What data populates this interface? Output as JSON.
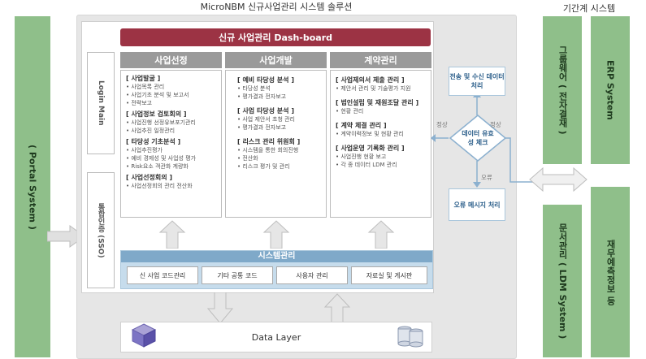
{
  "header": {
    "main_title": "MicroNBM 신규사업관리 시스템 솔루션",
    "right_title": "기간계 시스템"
  },
  "left": {
    "portal": "( Portal System )"
  },
  "sidebar": {
    "login": "Login Main",
    "sso": "통합인증 (SSO)"
  },
  "dashboard": {
    "title": "신규 사업관리 Dash-board"
  },
  "columns": [
    {
      "head": "사업선정",
      "sections": [
        {
          "title": "[ 사업발굴 ]",
          "items": [
            "• 사업목록 관리",
            "• 사업기초 분석 및 보고서",
            "• 전략보고"
          ]
        },
        {
          "title": "[ 사업정보 검토회의 ]",
          "items": [
            "• 사업진행 선정유보포기관리",
            "• 사업추진 일정관리"
          ]
        },
        {
          "title": "[ 타당성 기초분석 ]",
          "items": [
            "• 사업추진평가",
            "• 예비 경제성 및 사업성 평가",
            "• Risk요소 객관화 계량화"
          ]
        },
        {
          "title": "[ 사업선정회의 ]",
          "items": [
            "• 사업선정회의 관리 전산화"
          ]
        }
      ]
    },
    {
      "head": "사업개발",
      "sections": [
        {
          "title": "[ 예비 타당성 분석 ]",
          "items": [
            "• 타당성 분석",
            "• 평가결과 전자보고"
          ]
        },
        {
          "title": "[ 사업 타당성 분석 ]",
          "items": [
            "• 사업 제안서 초청 관리",
            "• 평가결과 전자보고"
          ]
        },
        {
          "title": "[ 리스크 관리 위원회 ]",
          "items": [
            "• 시스템을 통한 회의진행",
            "• 전산화",
            "• 리스크 평가 및 관리"
          ]
        }
      ]
    },
    {
      "head": "계약관리",
      "sections": [
        {
          "title": "[ 사업제의서 제출 관리 ]",
          "items": [
            "• 제안서 관리 및 기술평가 지원"
          ]
        },
        {
          "title": "[ 법인설립 및 재원조달 관리 ]",
          "items": [
            "• 현황 관리"
          ]
        },
        {
          "title": "[ 계약 체결 관리 ]",
          "items": [
            "• 계약이력정보 및 현황 관리"
          ]
        },
        {
          "title": "[ 사업운영 기록화 관리 ]",
          "items": [
            "• 사업진행 현황 보고",
            "• 각 종 데이터 LDM 관리"
          ]
        }
      ]
    }
  ],
  "flow": {
    "send": "전송 및 수신 데이터처리",
    "check": "데이터 유효성 체크",
    "error": "오류 메시지 처리",
    "normal_left": "정상",
    "normal_right": "정상",
    "error_lbl": "오류"
  },
  "system": {
    "title": "시스템관리",
    "buttons": [
      "신 사업 코드관리",
      "기타 공통 코드",
      "사용자 관리",
      "자료실 및 게시판"
    ]
  },
  "data_layer": {
    "label": "Data Layer"
  },
  "right": {
    "groupware": "그룹웨어 ( 전자결재 )",
    "erp": "ERP System",
    "ldm": "문서관리 ( LDM System )",
    "finance": "재무예측정보 등"
  },
  "colors": {
    "green": "#8fbf8a",
    "dash": "#9c3344",
    "col_head": "#9a9a9a",
    "sys_panel": "#c6dcec",
    "blue_text": "#2b5e8a"
  }
}
